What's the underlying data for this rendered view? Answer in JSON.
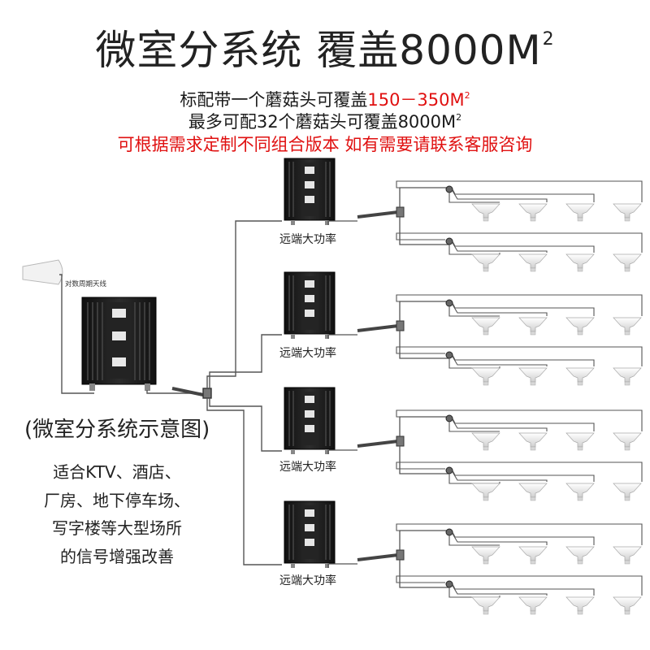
{
  "header": {
    "title": "微室分系统 覆盖8000M",
    "title_sup": "2",
    "line1_prefix": "标配带一个蘑菇头可覆盖",
    "line1_highlight": "150－350M",
    "line1_sup": "2",
    "line2": "最多可配32个蘑菇头可覆盖8000M",
    "line2_sup": "2",
    "line3": "可根据需求定制不同组合版本 如有需要请联系客服咨询"
  },
  "donor_antenna": {
    "label": "对数周期天线"
  },
  "repeaters": [
    {
      "label": "远端大功率"
    },
    {
      "label": "远端大功率"
    },
    {
      "label": "远端大功率"
    },
    {
      "label": "远端大功率"
    }
  ],
  "caption": {
    "title": "(微室分系统示意图)",
    "lines": [
      "适合KTV、酒店、",
      "厂房、地下停车场、",
      "写字楼等大型场所",
      "的信号增强改善"
    ]
  },
  "colors": {
    "accent": "#e01010",
    "device": "#1c1c1c",
    "cable": "#555555",
    "antenna": "#e6e6e6"
  }
}
